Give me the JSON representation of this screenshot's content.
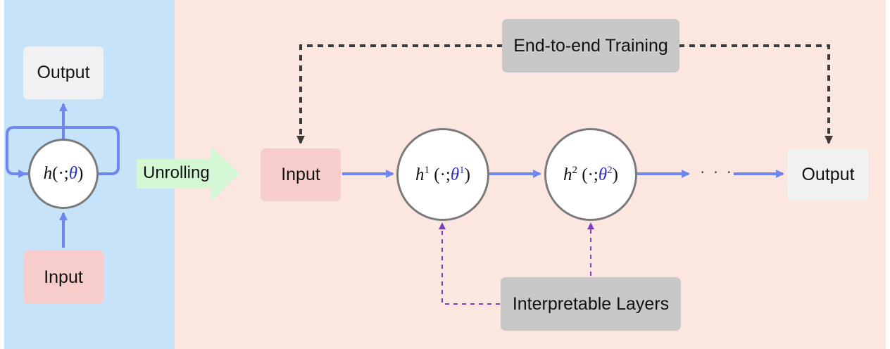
{
  "left_panel": {
    "output_label": "Output",
    "input_label": "Input",
    "node": {
      "h": "h",
      "args_open": "(·;",
      "theta": "θ",
      "args_close": ")"
    }
  },
  "unrolling": {
    "label": "Unrolling"
  },
  "right_panel": {
    "input_label": "Input",
    "output_label": "Output",
    "node1": {
      "h": "h",
      "sup": "1",
      "args_open": "(·;",
      "theta": "θ",
      "theta_sup": "1",
      "args_close": ")"
    },
    "node2": {
      "h": "h",
      "sup": "2",
      "args_open": "(·;",
      "theta": "θ",
      "theta_sup": "2",
      "args_close": ")"
    },
    "ellipsis": "· · ·",
    "training_label": "End-to-end Training",
    "layers_label": "Interpretable Layers"
  },
  "colors": {
    "left_panel_bg": "#c7e3fa",
    "right_panel_bg": "#fbe6e0",
    "flow_arrow": "#6f86f0",
    "training_arrow": "#3a3a3a",
    "layer_arrow": "#7d3fc0",
    "theta": "#2a33b8",
    "unroll_arrow": "#d3f7d3"
  }
}
